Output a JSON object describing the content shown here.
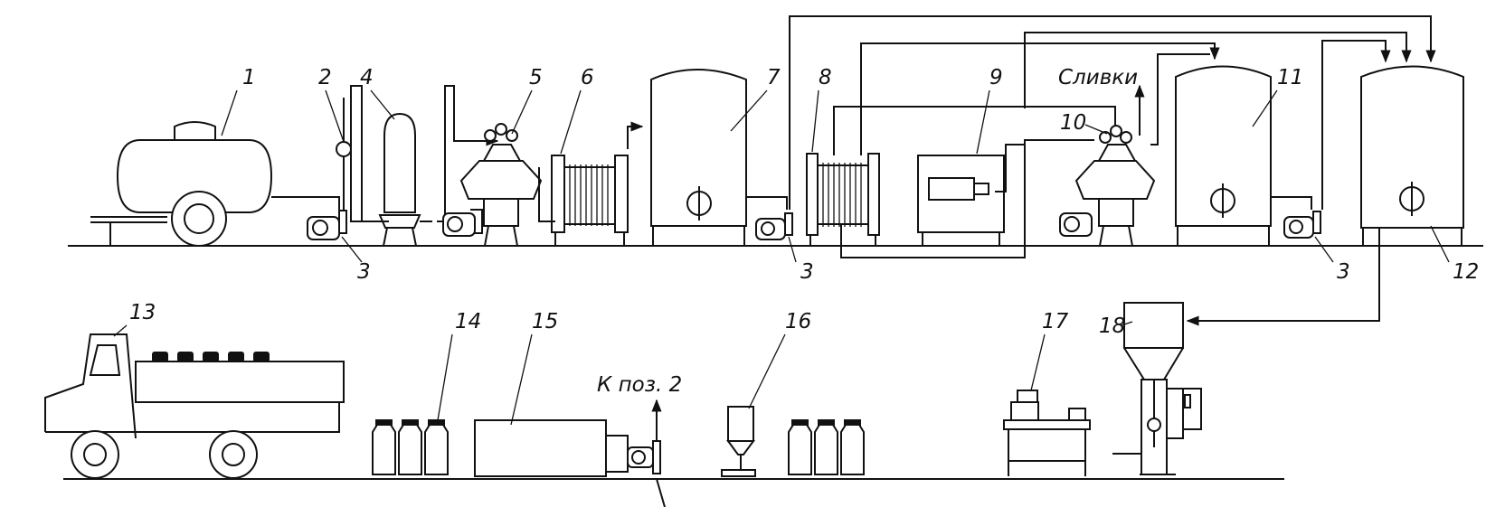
{
  "colors": {
    "line": "#111111",
    "background": "#ffffff"
  },
  "labels": {
    "l1": "1",
    "l2": "2",
    "l3a": "3",
    "l3b": "3",
    "l3c": "3",
    "l4": "4",
    "l5": "5",
    "l6": "6",
    "l7": "7",
    "l8": "8",
    "l9": "9",
    "l10": "10",
    "l11": "11",
    "l12": "12",
    "l13": "13",
    "l14": "14",
    "l15": "15",
    "l16": "16",
    "l17": "17",
    "l18": "18"
  },
  "annotations": {
    "cream": "Сливки",
    "to_pos2": "К поз. 2"
  }
}
